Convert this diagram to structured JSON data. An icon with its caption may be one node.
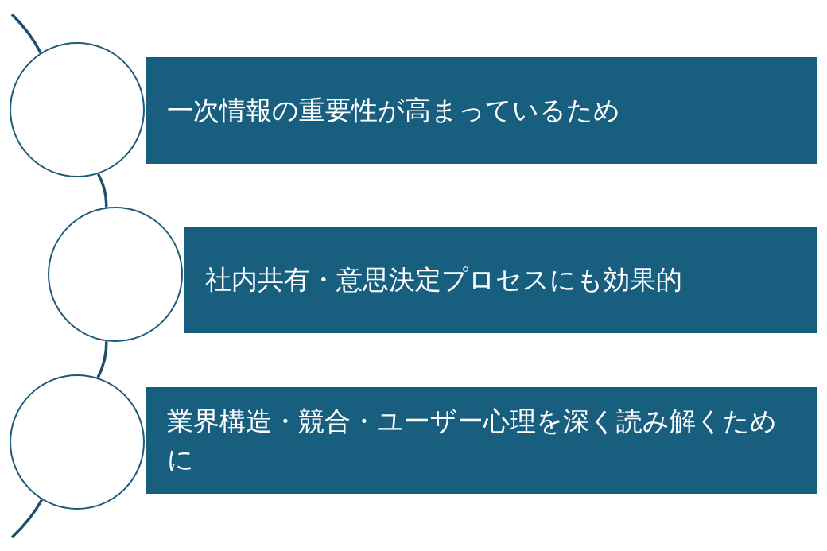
{
  "diagram": {
    "nodes": [
      {
        "text": [],
        "shape": "circle"
      },
      {
        "text": [
          "一次情報の重要性が高まっているため"
        ]
      },
      {
        "text": [],
        "shape": "circle"
      },
      {
        "text": [
          "社内共有・意思決定プロセスにも効果的"
        ]
      },
      {
        "text": [],
        "shape": "circle"
      },
      {
        "text": [
          "業界構造・競合・ユーザー心理を深く読み解くために"
        ]
      }
    ],
    "edges": [
      {
        "from": null,
        "to": 0,
        "arrow": "none"
      },
      {
        "from": 0,
        "to": 2,
        "arrow": "none"
      },
      {
        "from": 2,
        "to": 4,
        "arrow": "none"
      },
      {
        "from": 4,
        "to": null,
        "arrow": "none"
      }
    ]
  }
}
